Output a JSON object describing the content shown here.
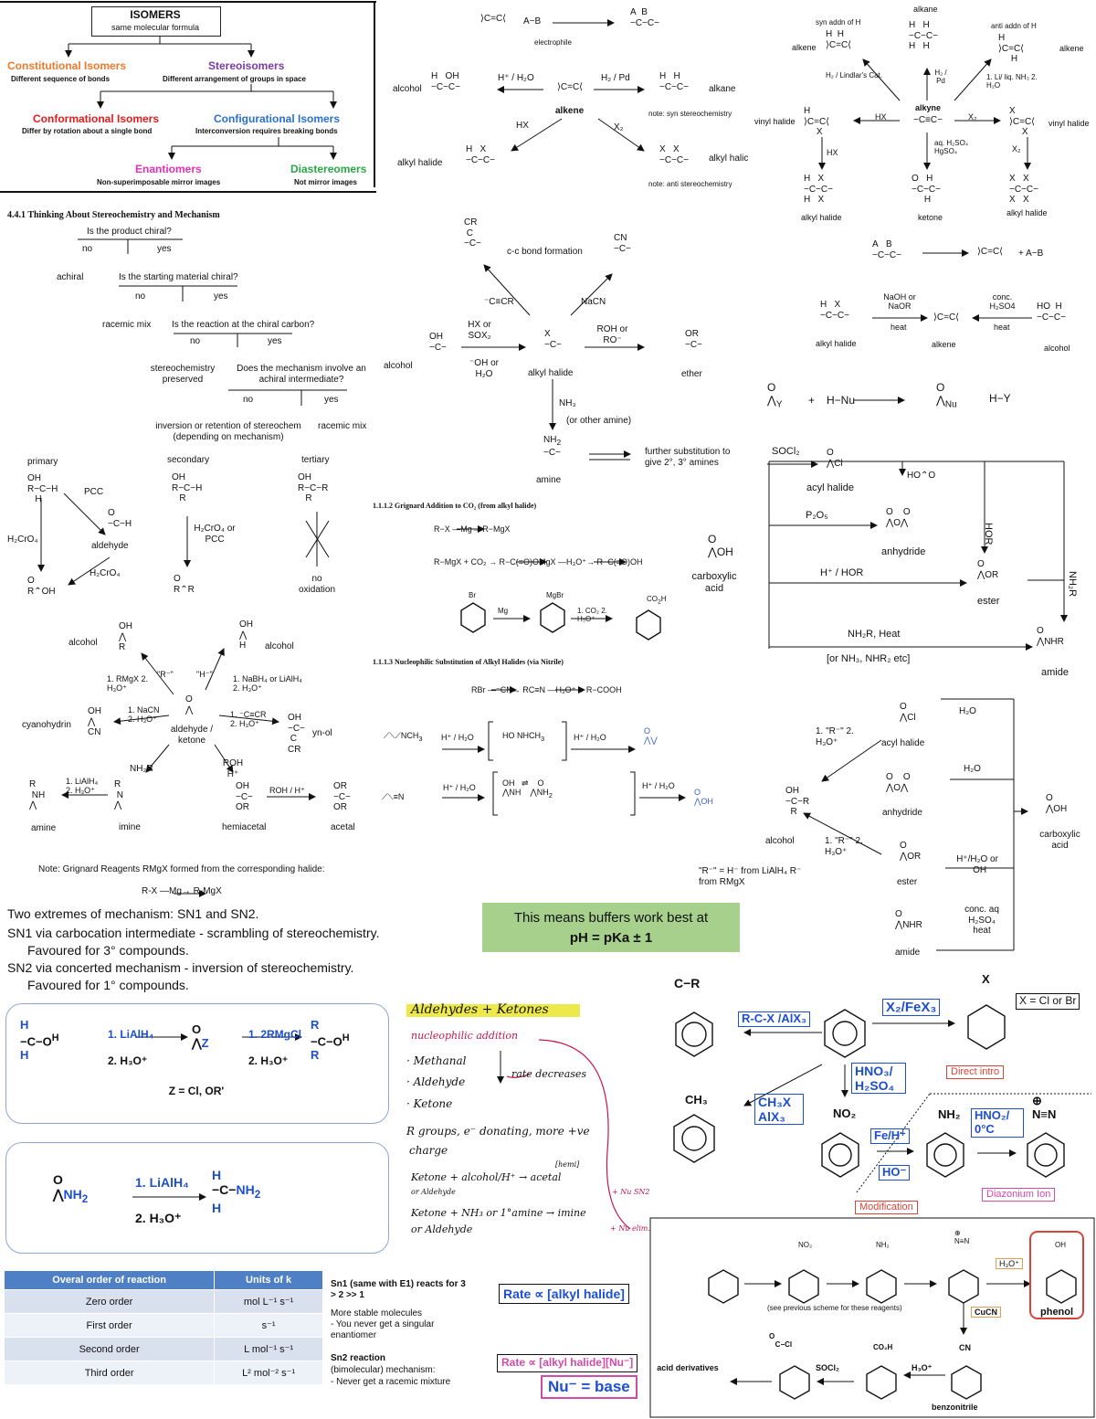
{
  "isomers": {
    "title": "ISOMERS",
    "subtitle": "same molecular formula",
    "constitutional": "Constitutional Isomers",
    "constitutional_desc": "Different sequence of bonds",
    "stereo": "Stereoisomers",
    "stereo_desc": "Different arrangement of groups in space",
    "conformational": "Conformational Isomers",
    "conformational_desc": "Differ by rotation about a single bond",
    "configurational": "Configurational Isomers",
    "configurational_desc": "Interconversion requires breaking bonds",
    "enantiomers": "Enantiomers",
    "enantiomers_desc": "Non-superimposable mirror images",
    "diastereomers": "Diastereomers",
    "diastereomers_desc": "Not mirror images"
  },
  "stereo_tree": {
    "heading": "4.4.1 Thinking About Stereochemistry and Mechanism",
    "q1": "Is the product chiral?",
    "no": "no",
    "yes": "yes",
    "achiral": "achiral",
    "q2": "Is the starting material chiral?",
    "racemic_mix": "racemic mix",
    "q3": "Is the reaction at the chiral carbon?",
    "stereo_preserved": "stereochemistry preserved",
    "q4": "Does the mechanism involve an achiral intermediate?",
    "inversion": "inversion or retention of stereochem (depending on mechanism)",
    "racemic_mix2": "racemic mix"
  },
  "alcohol_oxidation": {
    "primary": "primary",
    "secondary": "secondary",
    "tertiary": "tertiary",
    "pcc": "PCC",
    "h2cro4": "H₂CrO₄",
    "h2cro4_or_pcc": "H₂CrO₄ or PCC",
    "aldehyde": "aldehyde",
    "no_oxidation": "no oxidation"
  },
  "carbonyl_reactions": {
    "alcohol": "alcohol",
    "rmgx": "1. RMgX  2. H₃O⁺",
    "r_minus": "\"R⁻\"",
    "h_minus": "\"H⁻\"",
    "nabh4": "1. NaBH₄ or LiAlH₄  2. H₃O⁺",
    "cyanohydrin": "cyanohydrin",
    "nacn": "1. NaCN  2. H₃O⁺",
    "aldehyde_ketone": "aldehyde / ketone",
    "acetylide": "1. ⁻C≡CR  2. H₃O⁺",
    "ynol": "yn-ol",
    "nh2r": "NH₂R",
    "roh_h": "ROH H⁺",
    "lialh4": "1. LiAlH₄  2. H₃O⁺",
    "amine": "amine",
    "imine": "imine",
    "hemiacetal": "hemiacetal",
    "roh_h2": "ROH / H⁺",
    "acetal": "acetal",
    "note": "Note: Grignard Reagents RMgX formed from the corresponding halide:",
    "rx_mg": "R-X  —Mg→  R-MgX"
  },
  "sn": {
    "line1": "Two extremes of mechanism: SN1 and SN2.",
    "line2": "SN1 via carbocation intermediate - scrambling of stereochemistry.",
    "line3": "Favoured for 3° compounds.",
    "line4": "SN2 via concerted mechanism - inversion of stereochemistry.",
    "line5": "Favoured for 1° compounds."
  },
  "buffer": {
    "line1": "This means buffers work best at",
    "line2": "pH = pKa ± 1"
  },
  "reduction_box1": {
    "lialh4": "1. LiAlH₄",
    "h3o": "2. H₃O⁺",
    "rmgcl": "1. 2RMgCl",
    "h3o2": "2. H₃O⁺",
    "z": "Z = Cl, OR'"
  },
  "reduction_box2": {
    "lialh4": "1. LiAlH₄",
    "h3o": "2. H₃O⁺"
  },
  "rate_table": {
    "headers": [
      "Overal order of reaction",
      "Units of k"
    ],
    "rows": [
      [
        "Zero order",
        "mol L⁻¹ s⁻¹"
      ],
      [
        "First order",
        "s⁻¹"
      ],
      [
        "Second order",
        "L mol⁻¹ s⁻¹"
      ],
      [
        "Third order",
        "L² mol⁻² s⁻¹"
      ]
    ]
  },
  "sn_notes": {
    "sn1_title": "Sn1 (same with E1) reacts for 3 > 2 >> 1",
    "sn1_1": "More stable molecules",
    "sn1_2": "- You never get a singular enantiomer",
    "sn2_title": "Sn2 reaction",
    "sn2_1": "(bimolecular) mechanism:",
    "sn2_2": "- Never get a racemic mixture"
  },
  "rates": {
    "r1": "Rate ∝ [alkyl halide]",
    "r2": "Rate ∝ [alkyl halide][Nu⁻]",
    "nu": "Nu⁻ = base"
  },
  "handwritten": {
    "title": "Aldehydes + Ketones",
    "nuc": "nucleophilic addition",
    "m": "· Methanal",
    "a": "· Aldehyde",
    "k": "· Ketone",
    "rate": "rate decreases",
    "rg": "R groups, e⁻ donating, more +ve",
    "charge": "charge",
    "ket1": "Ketone + alcohol/H⁺ → acetal",
    "hemi": "[hemi]",
    "or1": "or Aldehyde",
    "ket2": "Ketone + NH₃ or 1°amine → imine",
    "or2": "or Aldehyde",
    "nu1": "+ Nu SN2",
    "nu2": "+ Nu elim."
  },
  "alkene": {
    "electrophile": "electrophile",
    "ab": "A−B",
    "alcohol": "alcohol",
    "h_h2o": "H⁺ / H₂O",
    "h2pd": "H₂ / Pd",
    "alkane": "alkane",
    "alkene": "alkene",
    "syn": "note: syn stereochemistry",
    "hx": "HX",
    "x2": "X₂",
    "alkyl_halide": "alkyl halide",
    "alkyl_halide2": "alkyl halic",
    "anti": "note: anti stereochemistry"
  },
  "alkyne": {
    "alkane": "alkane",
    "syn_addn": "syn addn of H",
    "anti_addn": "anti addn of H",
    "alkene": "alkene",
    "alkene2": "alkene",
    "lindlar": "H₂ / Lindlar's Cat.",
    "h2pd": "H₂ / Pd",
    "li": "1. Li/ liq. NH₃  2. H₂O",
    "vinyl": "vinyl halide",
    "vinyl2": "vinyl halide",
    "hx": "HX",
    "hx2": "HX",
    "alkyne": "alkyne",
    "x2": "X₂",
    "x2b": "X₂",
    "hgso4": "aq. H₂SO₄ HgSO₄",
    "alkyl_halide": "alkyl halide",
    "ketone": "ketone",
    "alkyl_halide2": "alkyl halide",
    "ab": "+ A−B"
  },
  "elim": {
    "naoh": "NaOH or NaOR",
    "heat": "heat",
    "h2so4": "conc. H₂SO4",
    "heat2": "heat",
    "alkyl_halide": "alkyl halide",
    "alkene": "alkene",
    "alcohol": "alcohol"
  },
  "acyl": {
    "hnu": "H−Nu",
    "hy": "H−Y",
    "socl2": "SOCl₂",
    "acyl_halide": "acyl halide",
    "p2o5": "P₂O₅",
    "anhydride": "anhydride",
    "hor": "HOR",
    "h_hor": "H⁺ / HOR",
    "ester": "ester",
    "nh2r": "NH₂R",
    "nh2r_heat": "NH₂R, Heat",
    "nh3": "[or NH₃, NHR₂ etc]",
    "amide": "amide",
    "carboxylic": "carboxylic acid"
  },
  "alkyl_halide_rx": {
    "cc": "c-c bond formation",
    "ccr": "⁻C≡CR",
    "nacn": "NaCN",
    "hx_socl": "HX or SOX₂",
    "oh_h2o": "⁻OH or H₂O",
    "roh": "ROH or RO⁻",
    "alcohol": "alcohol",
    "alkyl_halide": "alkyl halide",
    "ether": "ether",
    "nh3": "NH₃",
    "other_amine": "(or other amine)",
    "amine": "amine",
    "further": "further substitution to give 2°, 3° amines"
  },
  "grignard": {
    "heading": "1.1.1.2 Grignard Addition to CO₂ (from alkyl halide)",
    "r1": "R−X  —Mg→  R−MgX",
    "r2": "R−MgX + CO₂ → R−C(=O)OMgX  —H₃O⁺→  R−C(=O)OH",
    "mg": "Mg",
    "co2": "1. CO₂  2. H₃O⁺",
    "heading2": "1.1.1.3 Nucleophilic Substitution of Alkyl Halides (via Nitrile)",
    "r3": "RBr —⁻CN→ RC≡N —H₃O⁺→ R−COOH"
  },
  "hydrolysis": {
    "h1": "H⁺ / H₂O",
    "h2": "H⁺ / H₂O",
    "h3": "H⁺ / H₂O",
    "h4": "H⁺ / H₂O"
  },
  "acid_derivs": {
    "r1": "1. \"R⁻\"  2. H₃O⁺",
    "acyl_halide": "acyl halide",
    "anhydride": "anhydride",
    "ester": "ester",
    "amide": "amide",
    "alcohol": "alcohol",
    "r2": "1. \"R⁻\"  2. H₃O⁺",
    "note": "\"R⁻\" = H⁻ from LiAlH₄  R⁻ from RMgX",
    "h2o": "H₂O",
    "h2o2": "H₂O",
    "hh2o": "H⁺/H₂O or ⁻OH",
    "conc": "conc. aq H₂SO₄ heat",
    "carboxylic": "carboxylic acid"
  },
  "benzene": {
    "acyl": "R-C-X /AlX₃",
    "x2": "X₂/FeX₃",
    "xcl": "X = Cl or Br",
    "hno3": "HNO₃/ H₂SO₄",
    "direct": "Direct intro",
    "ch3x": "CH₃X AlX₃",
    "no2": "NO₂",
    "nh2": "NH₂",
    "feh": "Fe/H⁺",
    "ho": "HO⁻",
    "hno2": "HNO₂/ 0°C",
    "modification": "Modification",
    "diazonium": "Diazonium Ion",
    "ch3": "CH₃",
    "x": "X",
    "cr": "C−R"
  },
  "phenol": {
    "see": "(see previous scheme for these reagents)",
    "h3o": "H₃O⁺",
    "phenol": "phenol",
    "cucn": "CuCN",
    "cn": "CN",
    "benzonitrile": "benzonitrile",
    "h3o2": "H₃O⁺",
    "co2h": "CO₂H",
    "socl2": "SOCl₂",
    "cocl": "C−Cl",
    "acid": "acid derivatives",
    "no2": "NO₂",
    "nh2": "NH₂",
    "oh": "OH"
  }
}
